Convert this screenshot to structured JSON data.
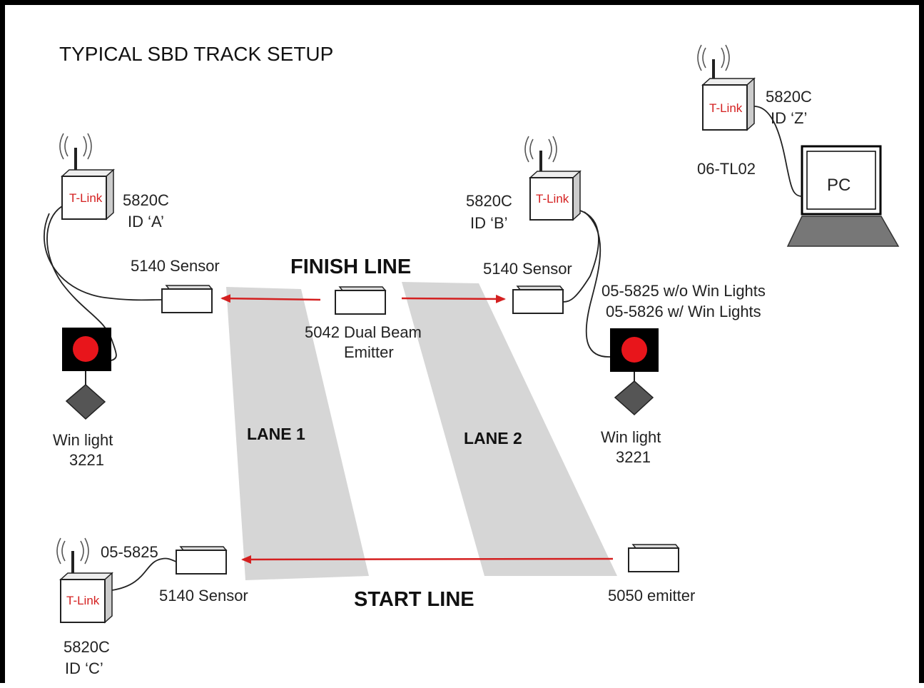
{
  "title": "TYPICAL SBD TRACK SETUP",
  "finish_line": "FINISH LINE",
  "start_line": "START LINE",
  "lanes": [
    "LANE 1",
    "LANE 2"
  ],
  "tlink_label": "T-Link",
  "pc_label": "PC",
  "cable_pc": "06-TL02",
  "cable_c": "05-5825",
  "tlinks": {
    "z": {
      "model": "5820C",
      "id": "ID ‘Z’"
    },
    "a": {
      "model": "5820C",
      "id": "ID ‘A’"
    },
    "b": {
      "model": "5820C",
      "id": "ID ‘B’"
    },
    "c": {
      "model": "5820C",
      "id": "ID ‘C’"
    }
  },
  "sensor_label": "5140 Sensor",
  "finish_emitter": [
    "5042 Dual Beam",
    "Emitter"
  ],
  "start_emitter": "5050 emitter",
  "win_light": [
    "Win light",
    "3221"
  ],
  "cable_options": [
    "05-5825 w/o Win Lights",
    "05-5826 w/ Win Lights"
  ],
  "colors": {
    "beam": "#d42020",
    "lane": "#d6d6d6",
    "lamp": "#e8151b",
    "tlink_text": "#d42020"
  }
}
